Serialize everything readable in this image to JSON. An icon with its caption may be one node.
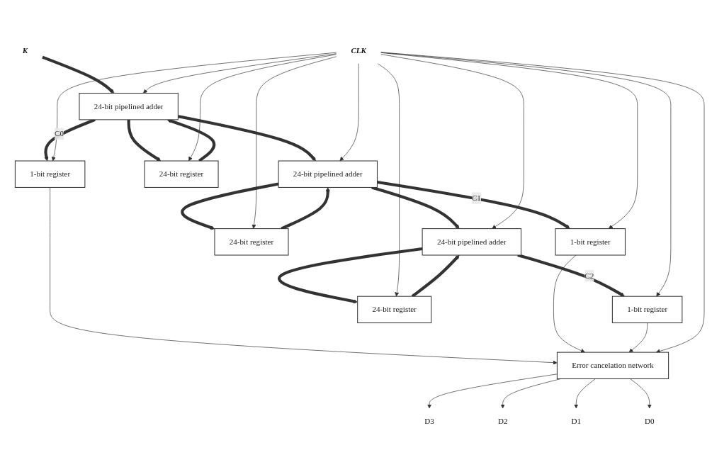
{
  "diagram": {
    "nodes": [
      {
        "text": [
          "Error cancelation network"
        ]
      },
      {
        "text": [
          "D3"
        ]
      },
      {
        "text": [
          "D2"
        ]
      },
      {
        "text": [
          "D1"
        ]
      },
      {
        "text": [
          "D0"
        ]
      },
      {
        "text": [
          "1-bit register"
        ]
      },
      {
        "text": [
          "1-bit register"
        ]
      },
      {
        "text": [
          "1-bit register"
        ]
      },
      {
        "text": [
          "K"
        ]
      },
      {
        "text": [
          "24-bit pipelined adder"
        ]
      },
      {
        "text": [
          "24-bit pipelined adder"
        ]
      },
      {
        "text": [
          "24-bit pipelined adder"
        ]
      },
      {
        "text": [
          "24-bit register"
        ]
      },
      {
        "text": [
          "24-bit register"
        ]
      },
      {
        "text": [
          "24-bit register"
        ]
      },
      {
        "text": [
          "CLK"
        ]
      }
    ],
    "edges": [
      {
        "from": 8,
        "to": 9,
        "arrow": "to",
        "style": "thick"
      },
      {
        "from": 9,
        "to": 5,
        "arrow": "to",
        "style": "thick",
        "label": "C0"
      },
      {
        "from": 10,
        "to": 6,
        "arrow": "to",
        "style": "thick",
        "label": "C1"
      },
      {
        "from": 11,
        "to": 7,
        "arrow": "to",
        "style": "thick",
        "label": "C2"
      },
      {
        "from": 9,
        "to": 10,
        "arrow": "to",
        "style": "thick"
      },
      {
        "from": 10,
        "to": 11,
        "arrow": "to",
        "style": "thick"
      },
      {
        "from": 9,
        "to": 12,
        "arrow": "to",
        "style": "thick"
      },
      {
        "from": 12,
        "to": 9,
        "arrow": "to",
        "style": "thick"
      },
      {
        "from": 10,
        "to": 13,
        "arrow": "to",
        "style": "thick"
      },
      {
        "from": 13,
        "to": 10,
        "arrow": "to",
        "style": "thick"
      },
      {
        "from": 11,
        "to": 14,
        "arrow": "to",
        "style": "thick"
      },
      {
        "from": 14,
        "to": 11,
        "arrow": "to",
        "style": "thick"
      },
      {
        "from": 5,
        "to": 0,
        "arrow": "to"
      },
      {
        "from": 6,
        "to": 0,
        "arrow": "to"
      },
      {
        "from": 7,
        "to": 0,
        "arrow": "to"
      },
      {
        "from": 0,
        "to": 1,
        "arrow": "to"
      },
      {
        "from": 0,
        "to": 2,
        "arrow": "to"
      },
      {
        "from": 0,
        "to": 3,
        "arrow": "to"
      },
      {
        "from": 0,
        "to": 4,
        "arrow": "to"
      },
      {
        "from": 15,
        "to": 0,
        "arrow": "to"
      },
      {
        "from": 15,
        "to": 5,
        "arrow": "to"
      },
      {
        "from": 15,
        "to": 6,
        "arrow": "to"
      },
      {
        "from": 15,
        "to": 7,
        "arrow": "to"
      },
      {
        "from": 15,
        "to": 9,
        "arrow": "to"
      },
      {
        "from": 15,
        "to": 10,
        "arrow": "to"
      },
      {
        "from": 15,
        "to": 11,
        "arrow": "to"
      },
      {
        "from": 15,
        "to": 12,
        "arrow": "to"
      },
      {
        "from": 15,
        "to": 13,
        "arrow": "to"
      },
      {
        "from": 15,
        "to": 14,
        "arrow": "to"
      }
    ]
  }
}
